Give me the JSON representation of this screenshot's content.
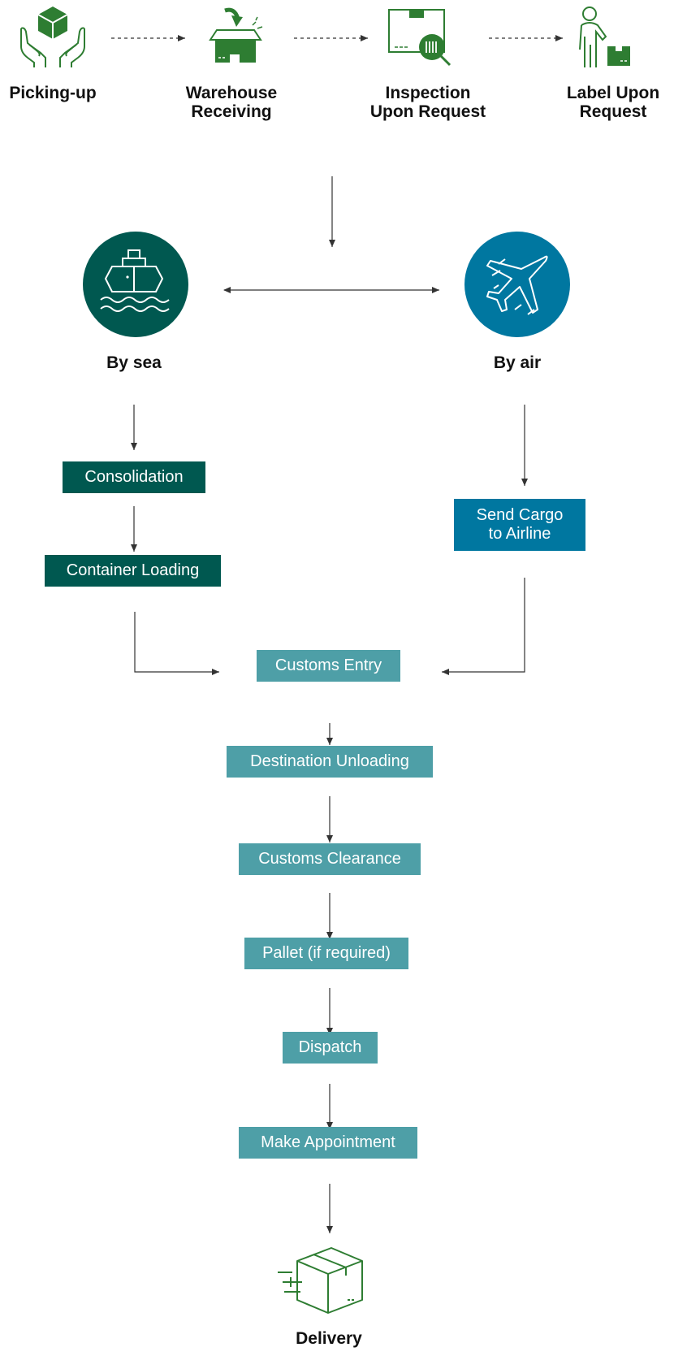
{
  "colors": {
    "green": "#2E7D32",
    "dark_teal": "#005850",
    "blue": "#0077A0",
    "light_teal": "#4E9FA7",
    "line": "#333333"
  },
  "top_steps": [
    {
      "line1": "Picking-up",
      "line2": "",
      "icon": "hands-box-icon"
    },
    {
      "line1": "Warehouse",
      "line2": "Receiving",
      "icon": "warehouse-icon"
    },
    {
      "line1": "Inspection",
      "line2": "Upon Request",
      "icon": "inspection-icon"
    },
    {
      "line1": "Label Upon",
      "line2": "Request",
      "icon": "person-label-icon"
    }
  ],
  "modes": {
    "sea": {
      "label": "By sea",
      "icon": "ship-icon"
    },
    "air": {
      "label": "By air",
      "icon": "airplane-icon"
    }
  },
  "sea_steps": [
    "Consolidation",
    "Container Loading"
  ],
  "air_steps": {
    "line1": "Send Cargo",
    "line2": "to Airline"
  },
  "main_steps": [
    "Customs Entry",
    "Destination Unloading",
    "Customs Clearance",
    "Pallet (if required)",
    "Dispatch",
    "Make Appointment"
  ],
  "final": {
    "label": "Delivery",
    "icon": "delivery-box-icon"
  }
}
